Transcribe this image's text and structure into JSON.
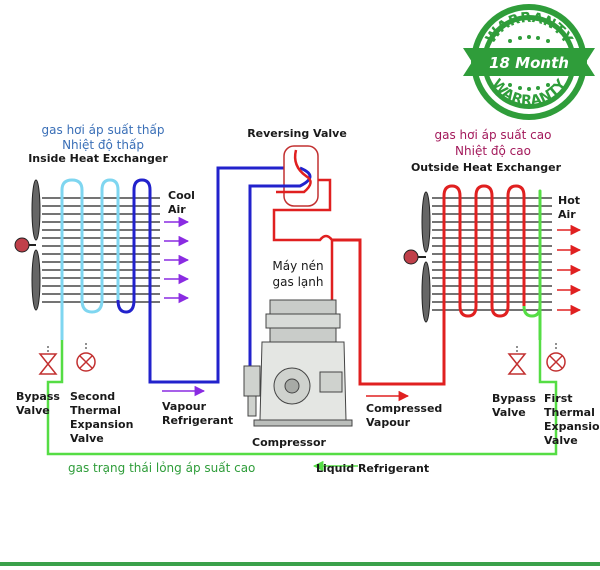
{
  "badge": {
    "top_text": "WARRANTY",
    "center_text": "18 Month",
    "bottom_text": "WARRANTY",
    "color": "#2f9d3a"
  },
  "labels": {
    "reversing_valve": "Reversing Valve",
    "inside_hx": "Inside Heat Exchanger",
    "outside_hx": "Outside Heat Exchanger",
    "cool_air_1": "Cool",
    "cool_air_2": "Air",
    "hot_air_1": "Hot",
    "hot_air_2": "Air",
    "compressor": "Compressor",
    "compressor_vi_1": "Máy nén",
    "compressor_vi_2": "gas lạnh",
    "vapour_ref_1": "Vapour",
    "vapour_ref_2": "Refrigerant",
    "compressed_vapour_1": "Compressed",
    "compressed_vapour_2": "Vapour",
    "liquid_refrigerant": "Liquid Refrigerant",
    "bypass_left_1": "Bypass",
    "bypass_left_2": "Valve",
    "bypass_right_1": "Bypass",
    "bypass_right_2": "Valve",
    "second_tev_1": "Second",
    "second_tev_2": "Thermal",
    "second_tev_3": "Expansion",
    "second_tev_4": "Valve",
    "first_tev_1": "First",
    "first_tev_2": "Thermal",
    "first_tev_3": "Expansion",
    "first_tev_4": "Valve"
  },
  "vi_notes": {
    "low_pressure_1": "gas hơi áp suất thấp",
    "low_pressure_2": "Nhiệt độ thấp",
    "high_pressure_1": "gas hơi áp suất cao",
    "high_pressure_2": "Nhiệt độ cao",
    "liquid_high_pressure": "gas trạng thái lỏng áp suất cao"
  },
  "colors": {
    "low_pressure_line": "#2222cc",
    "high_pressure_line": "#e02020",
    "liquid_line": "#55dd44",
    "cold_coil": "#7fd6f0",
    "arrow_purple": "#8a2be2",
    "arrow_red": "#e02020"
  }
}
